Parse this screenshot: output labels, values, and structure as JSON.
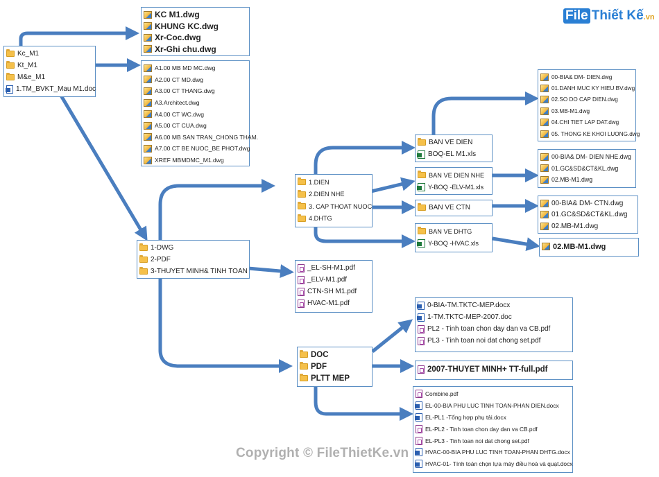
{
  "logo": {
    "badge": "File",
    "main": "Thiết Kế",
    "suffix": ".vn"
  },
  "copyright": "Copyright © FileThietKe.vn",
  "colors": {
    "arrow": "#4a7ebf",
    "box_border": "#5b8fc4",
    "folder": "#f5c04a"
  },
  "boxes": [
    {
      "id": "root",
      "items": [
        {
          "icon": "folder",
          "text": "Kc_M1"
        },
        {
          "icon": "folder",
          "text": "Kt_M1"
        },
        {
          "icon": "folder",
          "text": "M&e_M1"
        },
        {
          "icon": "doc",
          "text": "1.TM_BVKT_Mau M1.doc"
        }
      ]
    },
    {
      "id": "kc",
      "items": [
        {
          "icon": "dwg",
          "text": "KC M1.dwg"
        },
        {
          "icon": "dwg",
          "text": "KHUNG KC.dwg"
        },
        {
          "icon": "dwg",
          "text": "Xr-Coc.dwg"
        },
        {
          "icon": "dwg",
          "text": "Xr-Ghi chu.dwg"
        }
      ]
    },
    {
      "id": "kt",
      "items": [
        {
          "icon": "dwg",
          "text": "A1.00 MB MD MC.dwg"
        },
        {
          "icon": "dwg",
          "text": "A2.00 CT MD.dwg"
        },
        {
          "icon": "dwg",
          "text": "A3.00 CT THANG.dwg"
        },
        {
          "icon": "dwg",
          "text": "A3.Architect.dwg"
        },
        {
          "icon": "dwg",
          "text": "A4.00 CT WC.dwg"
        },
        {
          "icon": "dwg",
          "text": "A5.00 CT CUA.dwg"
        },
        {
          "icon": "dwg",
          "text": "A6.00 MB SAN TRAN_CHONG THAM."
        },
        {
          "icon": "dwg",
          "text": "A7.00 CT BE NUOC_BE PHOT.dwg"
        },
        {
          "icon": "dwg",
          "text": "XREF MBMDMC_M1.dwg"
        }
      ]
    },
    {
      "id": "me",
      "items": [
        {
          "icon": "folder",
          "text": "1-DWG"
        },
        {
          "icon": "folder",
          "text": "2-PDF"
        },
        {
          "icon": "folder",
          "text": "3-THUYET MINH& TINH TOAN"
        }
      ]
    },
    {
      "id": "dwg",
      "items": [
        {
          "icon": "folder",
          "text": "1.DIEN"
        },
        {
          "icon": "folder",
          "text": "2.DIEN NHE"
        },
        {
          "icon": "folder",
          "text": "3. CAP THOAT NUOC"
        },
        {
          "icon": "folder",
          "text": "4.DHTG"
        }
      ]
    },
    {
      "id": "bvdien",
      "items": [
        {
          "icon": "folder",
          "text": "BAN VE DIEN"
        },
        {
          "icon": "xls",
          "text": "BOQ-EL M1.xls"
        }
      ]
    },
    {
      "id": "dienfiles",
      "items": [
        {
          "icon": "dwg",
          "text": "00-BIA& DM- DIEN.dwg"
        },
        {
          "icon": "dwg",
          "text": "01.DANH MUC KY HIEU BV.dwg"
        },
        {
          "icon": "dwg",
          "text": "02.SO DO CAP DIEN.dwg"
        },
        {
          "icon": "dwg",
          "text": "03.MB-M1.dwg"
        },
        {
          "icon": "dwg",
          "text": "04.CHI TIET LAP DAT.dwg"
        },
        {
          "icon": "dwg",
          "text": "05. THONG KE KHOI LUONG.dwg"
        }
      ]
    },
    {
      "id": "bvdiennhe",
      "items": [
        {
          "icon": "folder",
          "text": "BAN VE DIEN NHE"
        },
        {
          "icon": "xls",
          "text": "Y-BOQ -ELV-M1.xls"
        }
      ]
    },
    {
      "id": "diennhefiles",
      "items": [
        {
          "icon": "dwg",
          "text": "00-BIA& DM- DIEN NHE.dwg"
        },
        {
          "icon": "dwg",
          "text": "01.GC&SD&CT&KL.dwg"
        },
        {
          "icon": "dwg",
          "text": "02.MB-M1.dwg"
        }
      ]
    },
    {
      "id": "bvctn",
      "items": [
        {
          "icon": "folder",
          "text": "BAN VE CTN"
        }
      ]
    },
    {
      "id": "ctnfiles",
      "items": [
        {
          "icon": "dwg",
          "text": "00-BIA& DM- CTN.dwg"
        },
        {
          "icon": "dwg",
          "text": "01.GC&SD&CT&KL.dwg"
        },
        {
          "icon": "dwg",
          "text": "02.MB-M1.dwg"
        }
      ]
    },
    {
      "id": "bvdhtg",
      "items": [
        {
          "icon": "folder",
          "text": "BAN VE DHTG"
        },
        {
          "icon": "xls",
          "text": "Y-BOQ -HVAC.xls"
        }
      ]
    },
    {
      "id": "dhtgfile",
      "items": [
        {
          "icon": "dwg",
          "text": "02.MB-M1.dwg"
        }
      ]
    },
    {
      "id": "pdfs",
      "items": [
        {
          "icon": "pdf",
          "text": "_EL-SH-M1.pdf"
        },
        {
          "icon": "pdf",
          "text": "_ELV-M1.pdf"
        },
        {
          "icon": "pdf",
          "text": "CTN-SH M1.pdf"
        },
        {
          "icon": "pdf",
          "text": "HVAC-M1.pdf"
        }
      ]
    },
    {
      "id": "tmtt",
      "items": [
        {
          "icon": "folder",
          "text": "DOC"
        },
        {
          "icon": "folder",
          "text": "PDF"
        },
        {
          "icon": "folder",
          "text": "PLTT MEP"
        }
      ]
    },
    {
      "id": "docfiles",
      "items": [
        {
          "icon": "doc",
          "text": "0-BIA-TM.TKTC-MEP.docx"
        },
        {
          "icon": "doc",
          "text": "1-TM.TKTC-MEP-2007.doc"
        },
        {
          "icon": "pdf",
          "text": "PL2 - Tinh toan chon day dan va CB.pdf"
        },
        {
          "icon": "pdf",
          "text": "PL3 - Tinh toan noi dat chong set.pdf"
        }
      ]
    },
    {
      "id": "pdffile",
      "items": [
        {
          "icon": "pdf",
          "text": "2007-THUYET MINH+ TT-full.pdf"
        }
      ]
    },
    {
      "id": "plttfiles",
      "items": [
        {
          "icon": "pdf",
          "text": "Combine.pdf"
        },
        {
          "icon": "doc",
          "text": "EL-00-BIA PHU LUC TINH TOAN-PHAN DIEN.docx"
        },
        {
          "icon": "doc",
          "text": "EL-PL1 -Tổng hợp phụ tải.docx"
        },
        {
          "icon": "pdf",
          "text": "EL-PL2 - Tinh toan chon day dan va CB.pdf"
        },
        {
          "icon": "pdf",
          "text": "EL-PL3 - Tinh toan noi dat chong set.pdf"
        },
        {
          "icon": "doc",
          "text": "HVAC-00-BIA PHU LUC TINH TOAN-PHAN DHTG.docx"
        },
        {
          "icon": "doc",
          "text": "HVAC-01- Tính toán chọn lựa máy điều hoà và quạt.docx"
        }
      ]
    }
  ]
}
